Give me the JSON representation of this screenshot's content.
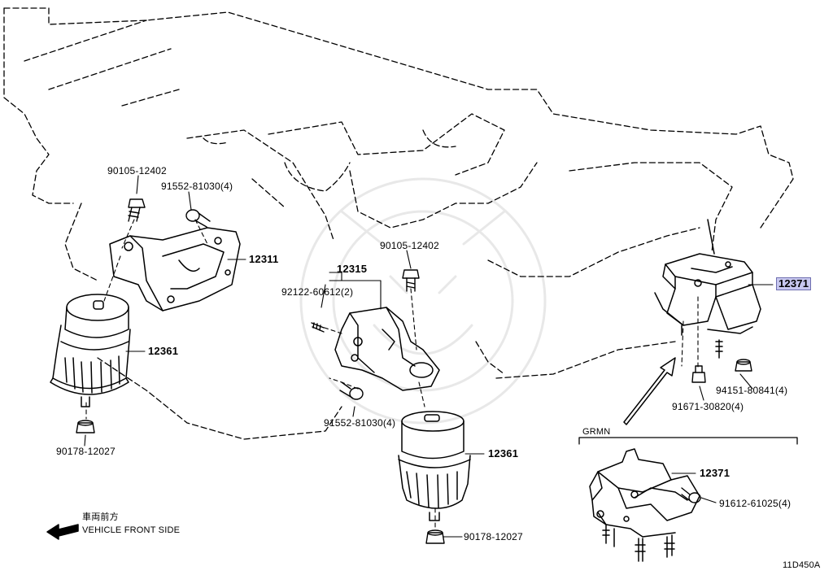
{
  "labels": {
    "p90105_top": "90105-12402",
    "p91552_top": "91552-81030(4)",
    "p12311": "12311",
    "p12361_left": "12361",
    "p90178_left": "90178-12027",
    "p12315": "12315",
    "p92122": "92122-60612(2)",
    "p90105_mid": "90105-12402",
    "p91552_mid": "91552-81030(4)",
    "p12361_mid": "12361",
    "p90178_mid": "90178-12027",
    "p12371_top": "12371",
    "p94151": "94151-80841(4)",
    "p91671": "91671-30820(4)",
    "grmn": "GRMN",
    "p12371_bottom": "12371",
    "p91612": "91612-61025(4)",
    "front_jp": "車両前方",
    "front_en": "VEHICLE FRONT SIDE",
    "figure_code": "11D450A"
  },
  "highlight_color": "#c8c8f0"
}
